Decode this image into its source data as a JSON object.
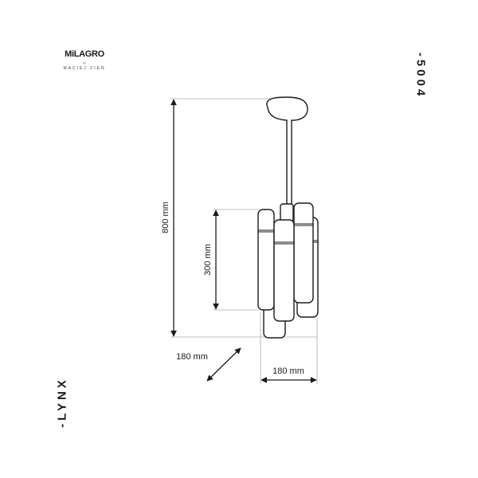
{
  "brand": {
    "name": "MiLAGRO",
    "by": "by",
    "designer": "MACIEJ ZIEŃ"
  },
  "product": {
    "code": "-5004",
    "name": "-LYNX"
  },
  "dimensions": {
    "height_total": "800 mm",
    "shade_height": "300 mm",
    "depth": "180 mm",
    "width": "180 mm"
  }
}
